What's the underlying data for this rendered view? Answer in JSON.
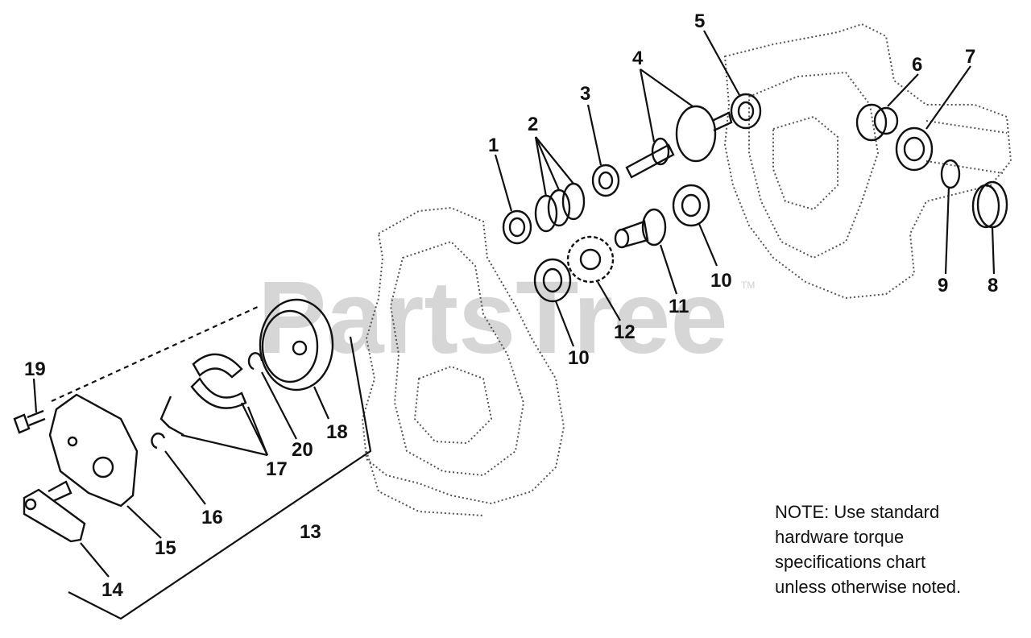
{
  "watermark": {
    "text": "PartsTree",
    "trademark": "TM"
  },
  "note": {
    "lines": [
      "NOTE:  Use standard",
      "hardware torque",
      "specifications chart",
      "unless otherwise noted."
    ]
  },
  "callouts": {
    "n1": "1",
    "n2": "2",
    "n3": "3",
    "n4": "4",
    "n5": "5",
    "n6": "6",
    "n7": "7",
    "n8": "8",
    "n9": "9",
    "n10a": "10",
    "n10b": "10",
    "n11": "11",
    "n12": "12",
    "n13": "13",
    "n14": "14",
    "n15": "15",
    "n16": "16",
    "n17": "17",
    "n18": "18",
    "n19": "19",
    "n20": "20"
  }
}
